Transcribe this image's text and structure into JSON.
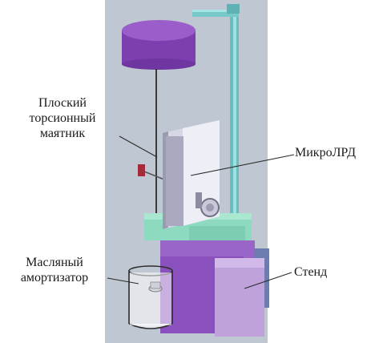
{
  "labels": {
    "pendulum": [
      "Плоский",
      "торсионный",
      "маятник"
    ],
    "damper": [
      "Масляный",
      "амортизатор"
    ],
    "thruster": "МикроЛРД",
    "stand": "Стенд"
  },
  "colors": {
    "background_panel": "#c4cbd6",
    "disk": "#8e4ec0",
    "column": "#6fc3c4",
    "thruster_body": "#e5e4f0",
    "base_block": "#bfa2dc",
    "green_block": "#8edac0"
  }
}
